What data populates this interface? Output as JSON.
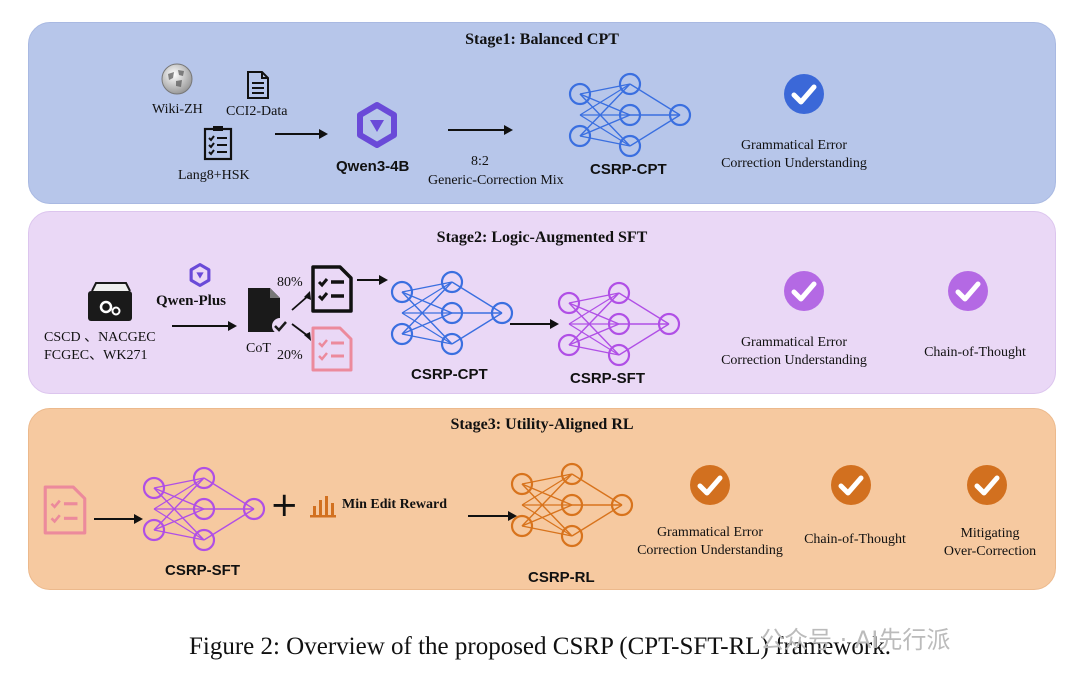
{
  "stage1": {
    "title": "Stage1: Balanced CPT",
    "wiki_label": "Wiki-ZH",
    "cci2_label": "CCI2-Data",
    "lang8_label": "Lang8+HSK",
    "qwen_label": "Qwen3-4B",
    "mix_ratio": "8:2",
    "mix_label": "Generic-Correction Mix",
    "model_label": "CSRP-CPT",
    "capability": [
      "Grammatical Error",
      "Correction Understanding"
    ]
  },
  "stage2": {
    "title": "Stage2: Logic-Augmented SFT",
    "datasets": [
      "CSCD 、NACGEC",
      "FCGEC、WK271"
    ],
    "qwen_label": "Qwen-Plus",
    "cot_label": "CoT",
    "pct_high": "80%",
    "pct_low": "20%",
    "model_cpt": "CSRP-CPT",
    "model_sft": "CSRP-SFT",
    "capability_1": [
      "Grammatical Error",
      "Correction Understanding"
    ],
    "capability_2": "Chain-of-Thought"
  },
  "stage3": {
    "title": "Stage3: Utility-Aligned RL",
    "model_sft": "CSRP-SFT",
    "plus_sign": "+",
    "reward_label": "Min Edit Reward",
    "model_rl": "CSRP-RL",
    "capability_1": [
      "Grammatical Error",
      "Correction Understanding"
    ],
    "capability_2": "Chain-of-Thought",
    "capability_3": [
      "Mitigating",
      "Over-Correction"
    ]
  },
  "caption": "Figure 2: Overview of the proposed CSRP (CPT-SFT-RL) framework.",
  "watermark": "公众号 · AI先行派",
  "colors": {
    "stage1_bg": "#b7c6ea",
    "stage2_bg": "#ead8f6",
    "stage3_bg": "#f6c9a0",
    "blue_net": "#3a6fe0",
    "purple_net": "#b04fe6",
    "orange_net": "#d8731c",
    "check_blue": "#3b68d8",
    "check_purple": "#b469e4",
    "check_orange": "#d2701f",
    "pink_doc": "#ec8a9c"
  }
}
